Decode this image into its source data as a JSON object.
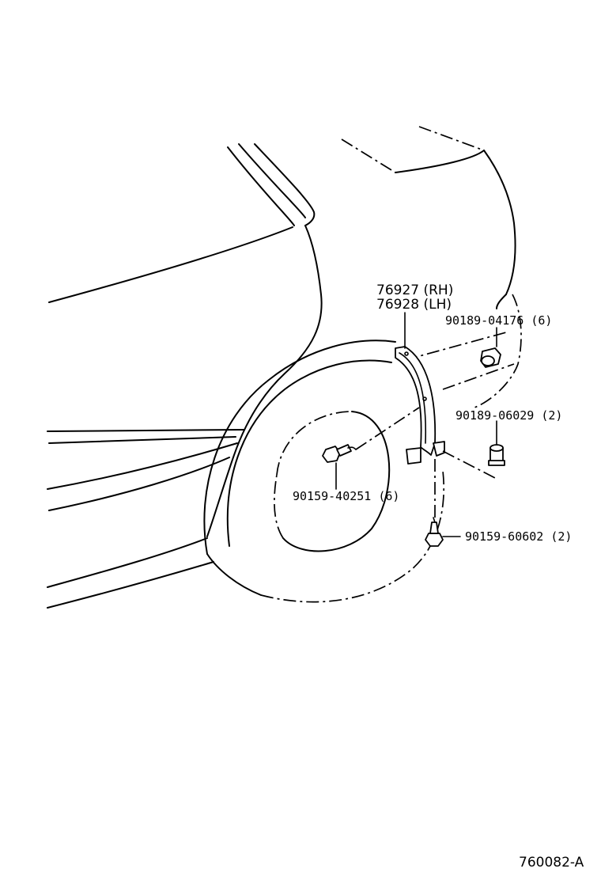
{
  "callouts": {
    "fender_liner": {
      "line1": "76927 (RH)",
      "line2": "76928 (LH)"
    },
    "clip_upper": "90189-04176 (6)",
    "clip_lower": "90189-06029 (2)",
    "screw_wheel": "90159-40251 (6)",
    "screw_bottom": "90159-60602 (2)"
  },
  "figure_id": "760082-A"
}
